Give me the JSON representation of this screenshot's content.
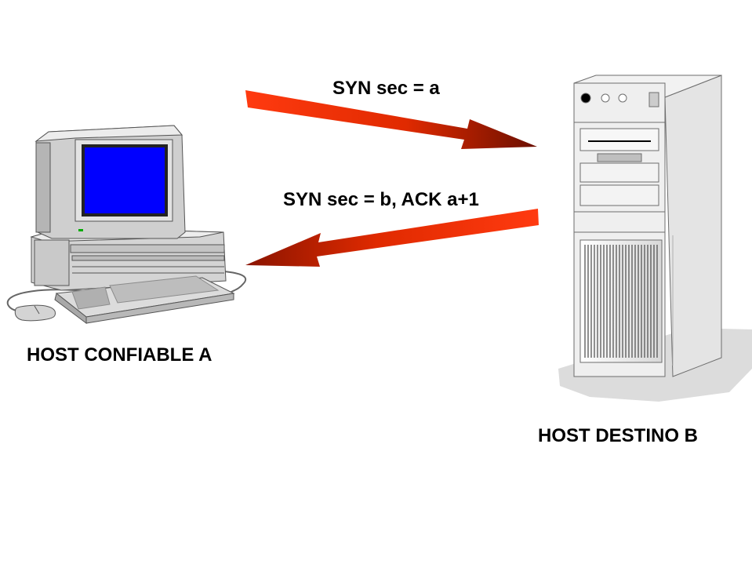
{
  "messages": {
    "syn": "SYN sec = a",
    "syn_ack": "SYN sec = b, ACK a+1"
  },
  "hosts": {
    "a_label": "HOST CONFIABLE A",
    "b_label": "HOST DESTINO B"
  },
  "colors": {
    "arrow_light": "#ff3300",
    "arrow_dark": "#6b0f00",
    "screen": "#0000ff",
    "casing": "#d9d9d9",
    "casing_shadow": "#a6a6a6"
  },
  "icons": {
    "host_a": "desktop-computer-icon",
    "host_b": "tower-server-icon"
  }
}
